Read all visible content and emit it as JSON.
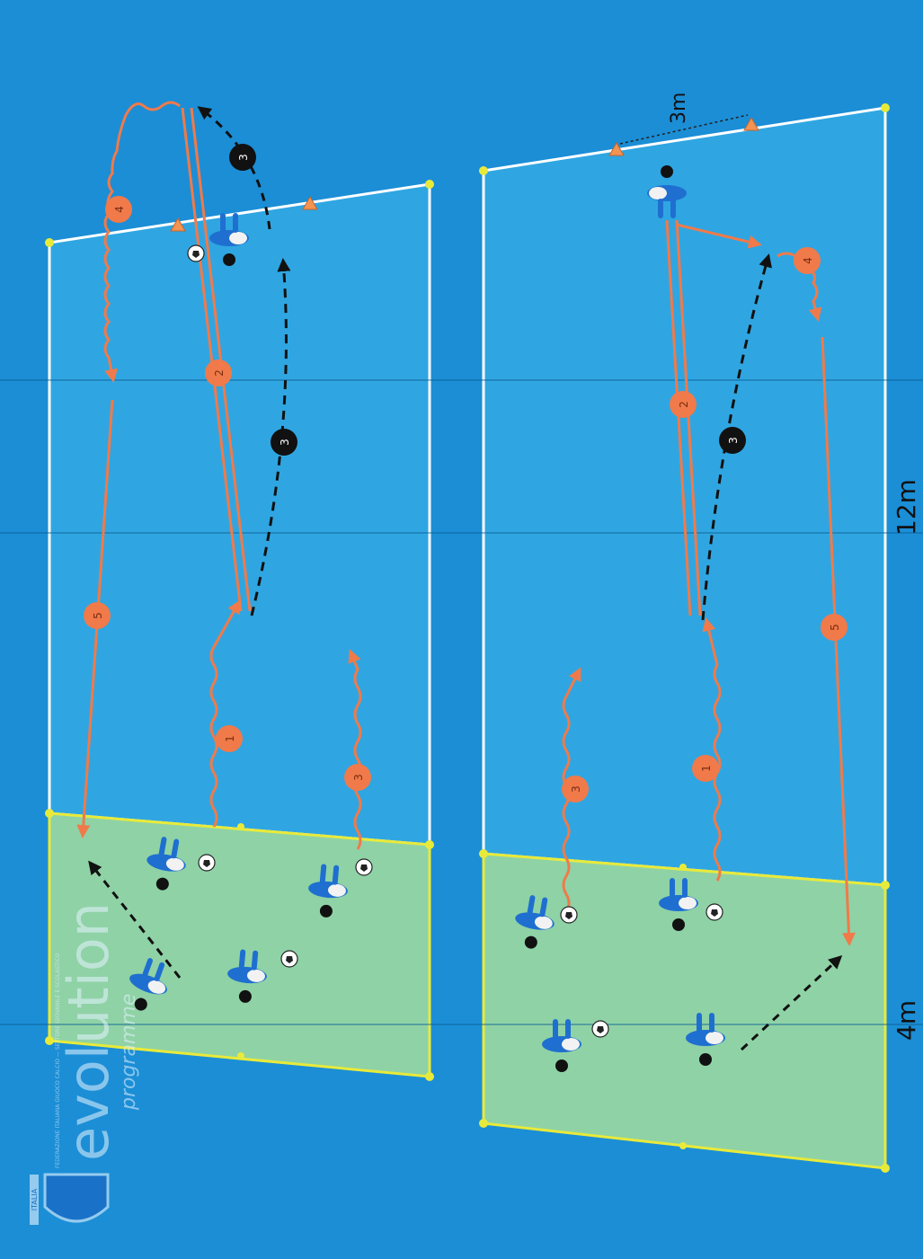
{
  "colors": {
    "background": "#1b8ed6",
    "field": "#2fa6e2",
    "zone": "#8fd2a6",
    "zone_line": "#e8ea3a",
    "field_line": "#ffffff",
    "move": "#f07a4a",
    "pass": "#111111",
    "step_orange": "#f07a4a",
    "step_black": "#111111"
  },
  "dimensions": {
    "small": "3m",
    "middle": "12m",
    "bottom": "4m"
  },
  "branding": {
    "wordmark": "evolution",
    "subtitle": "programme",
    "federation": "FEDERAZIONE ITALIANA GIUOCO CALCIO — SETTORE GIOVANILE E SCOLASTICO",
    "crest_text": "ITALIA"
  },
  "step_labels": {
    "one": "1",
    "two": "2",
    "three": "3",
    "four": "4",
    "five": "5"
  },
  "icons": {
    "player": "player-icon",
    "ball": "ball-icon",
    "cone": "cone-icon",
    "goal_post": "goal-post-icon",
    "crest": "crest-icon"
  }
}
